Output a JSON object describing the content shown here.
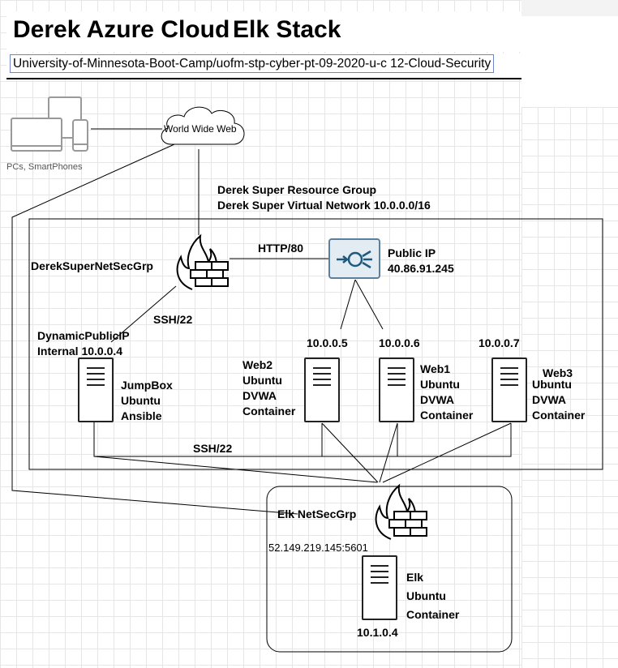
{
  "header": {
    "title_left": "Derek Azure Cloud",
    "title_right": "Elk Stack",
    "subtitle": "University-of-Minnesota-Boot-Camp/uofm-stp-cyber-pt-09-2020-u-c 12-Cloud-Security"
  },
  "client": {
    "label": "PCs, SmartPhones"
  },
  "internet": {
    "label": "World Wide Web"
  },
  "network": {
    "resource_group": "Derek Super Resource Group",
    "vnet": "Derek Super Virtual Network 10.0.0.0/16"
  },
  "nsg": {
    "name": "DerekSuperNetSecGrp"
  },
  "links": {
    "http": "HTTP/80",
    "ssh_top": "SSH/22",
    "ssh_bottom": "SSH/22"
  },
  "public_ip": {
    "label": "Public IP",
    "address": "40.86.91.245"
  },
  "jumpbox": {
    "ip_line1": "DynamicPublicIP",
    "ip_line2": "Internal 10.0.0.4",
    "name": "JumpBox",
    "os": "Ubuntu",
    "role": "Ansible"
  },
  "web2": {
    "ip": "10.0.0.5",
    "name": "Web2",
    "os": "Ubuntu",
    "app": "DVWA",
    "type": "Container"
  },
  "web1": {
    "ip": "10.0.0.6",
    "name": "Web1",
    "os": "Ubuntu",
    "app": "DVWA",
    "type": "Container"
  },
  "web3": {
    "ip": "10.0.0.7",
    "name": "Web3",
    "os": "Ubuntu",
    "app": "DVWA",
    "type": "Container"
  },
  "elk_nsg": {
    "name": "Elk NetSecGrp",
    "endpoint": "52.149.219.145:5601"
  },
  "elk": {
    "name": "Elk",
    "os": "Ubuntu",
    "type": "Container",
    "ip": "10.1.0.4"
  },
  "colors": {
    "public_ip_fill": "#e3ecf3",
    "public_ip_border": "#5b7f9c",
    "device_gray": "#999999"
  }
}
